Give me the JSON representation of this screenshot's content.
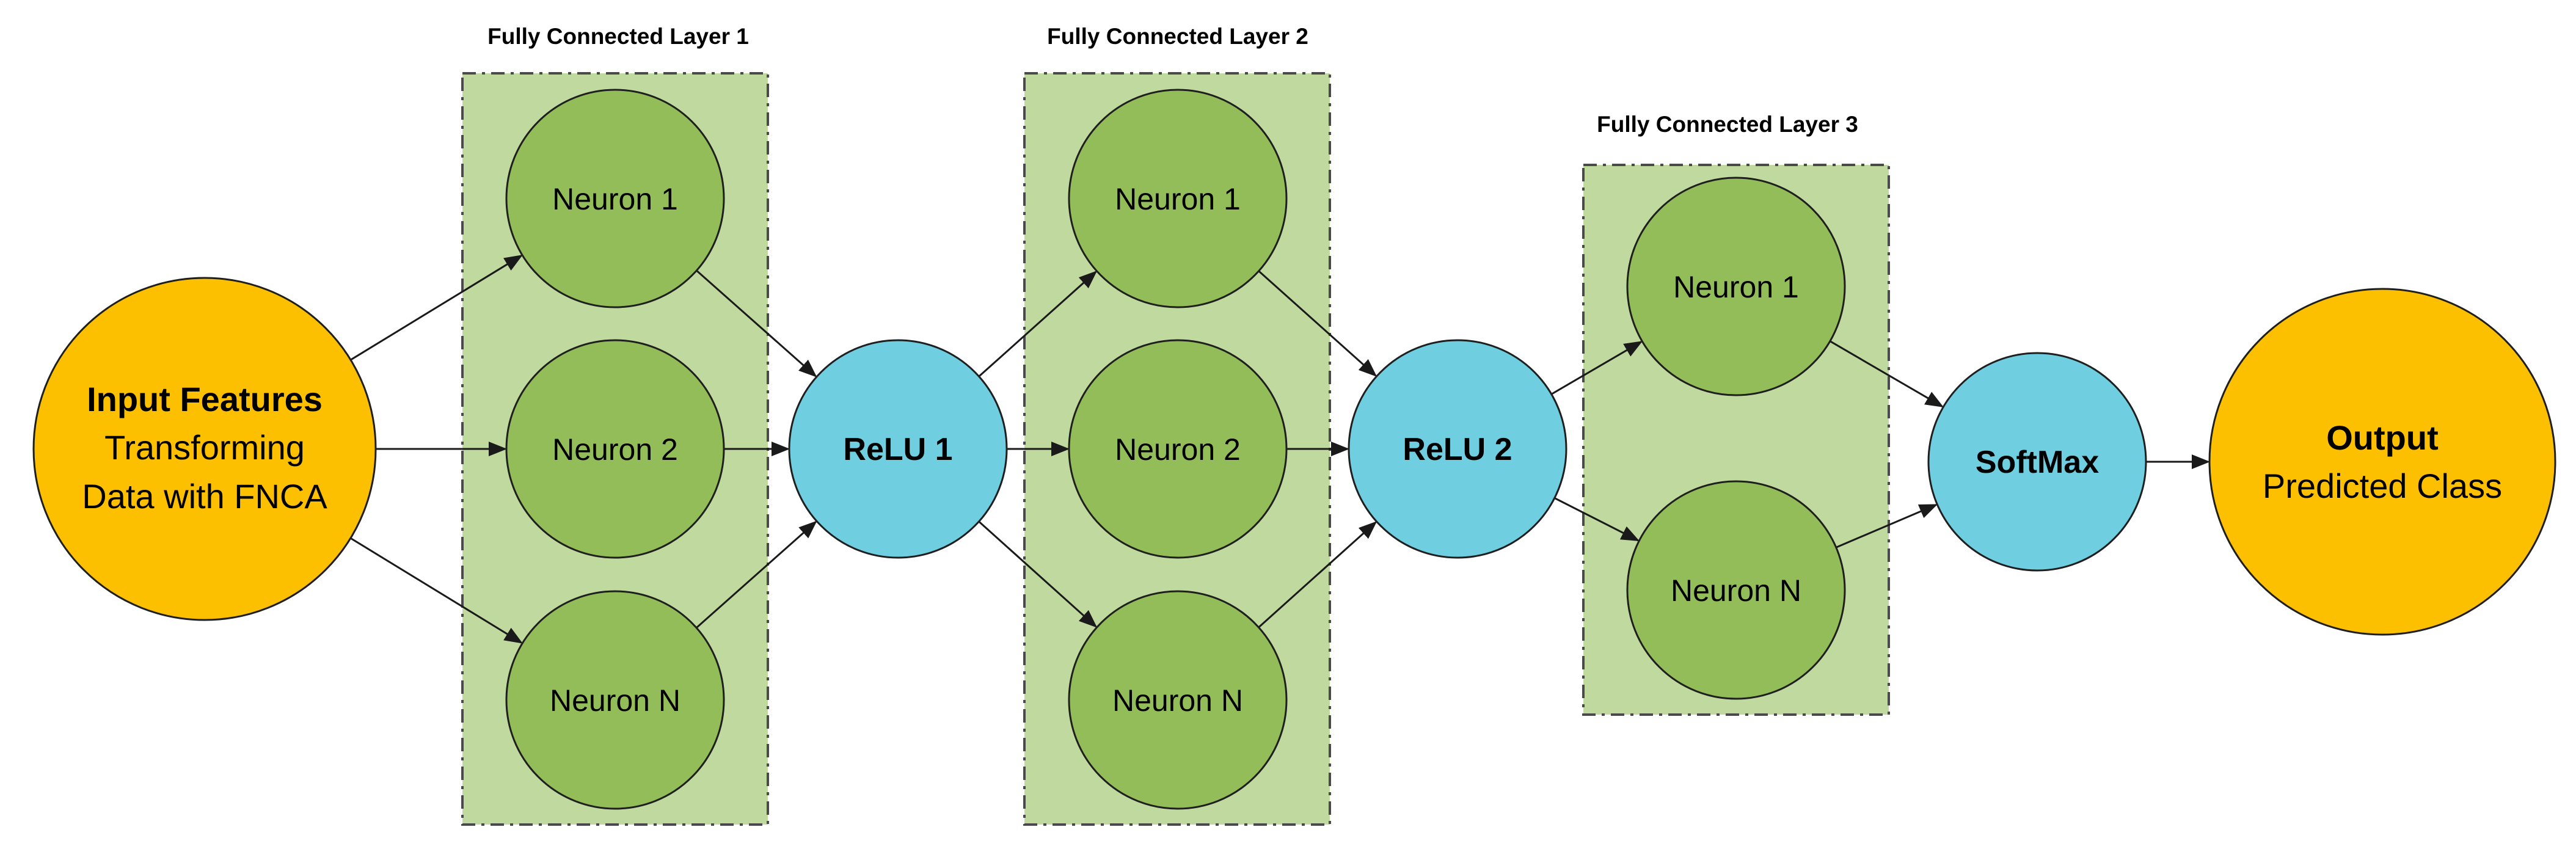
{
  "layers": {
    "fc1": {
      "title": "Fully Connected Layer 1"
    },
    "fc2": {
      "title": "Fully Connected Layer 2"
    },
    "fc3": {
      "title": "Fully Connected Layer 3"
    }
  },
  "nodes": {
    "input": {
      "title": "Input Features",
      "line1": "Transforming",
      "line2": "Data with FNCA"
    },
    "fc1_n1": {
      "label": "Neuron 1"
    },
    "fc1_n2": {
      "label": "Neuron 2"
    },
    "fc1_nN": {
      "label": "Neuron N"
    },
    "relu1": {
      "label": "ReLU 1"
    },
    "fc2_n1": {
      "label": "Neuron 1"
    },
    "fc2_n2": {
      "label": "Neuron 2"
    },
    "fc2_nN": {
      "label": "Neuron N"
    },
    "relu2": {
      "label": "ReLU 2"
    },
    "fc3_n1": {
      "label": "Neuron 1"
    },
    "fc3_nN": {
      "label": "Neuron N"
    },
    "softmax": {
      "label": "SoftMax"
    },
    "output": {
      "title": "Output",
      "line1": "Predicted Class"
    }
  },
  "colors": {
    "io": "#fdc000",
    "neuron": "#92bd59",
    "activation": "#6fcfe0",
    "layer_box": "#bfd99f"
  },
  "edges": [
    [
      "input",
      "fc1_n1"
    ],
    [
      "input",
      "fc1_n2"
    ],
    [
      "input",
      "fc1_nN"
    ],
    [
      "fc1_n1",
      "relu1"
    ],
    [
      "fc1_n2",
      "relu1"
    ],
    [
      "fc1_nN",
      "relu1"
    ],
    [
      "relu1",
      "fc2_n1"
    ],
    [
      "relu1",
      "fc2_n2"
    ],
    [
      "relu1",
      "fc2_nN"
    ],
    [
      "fc2_n1",
      "relu2"
    ],
    [
      "fc2_n2",
      "relu2"
    ],
    [
      "fc2_nN",
      "relu2"
    ],
    [
      "relu2",
      "fc3_n1"
    ],
    [
      "relu2",
      "fc3_nN"
    ],
    [
      "fc3_n1",
      "softmax"
    ],
    [
      "fc3_nN",
      "softmax"
    ],
    [
      "softmax",
      "output"
    ]
  ]
}
